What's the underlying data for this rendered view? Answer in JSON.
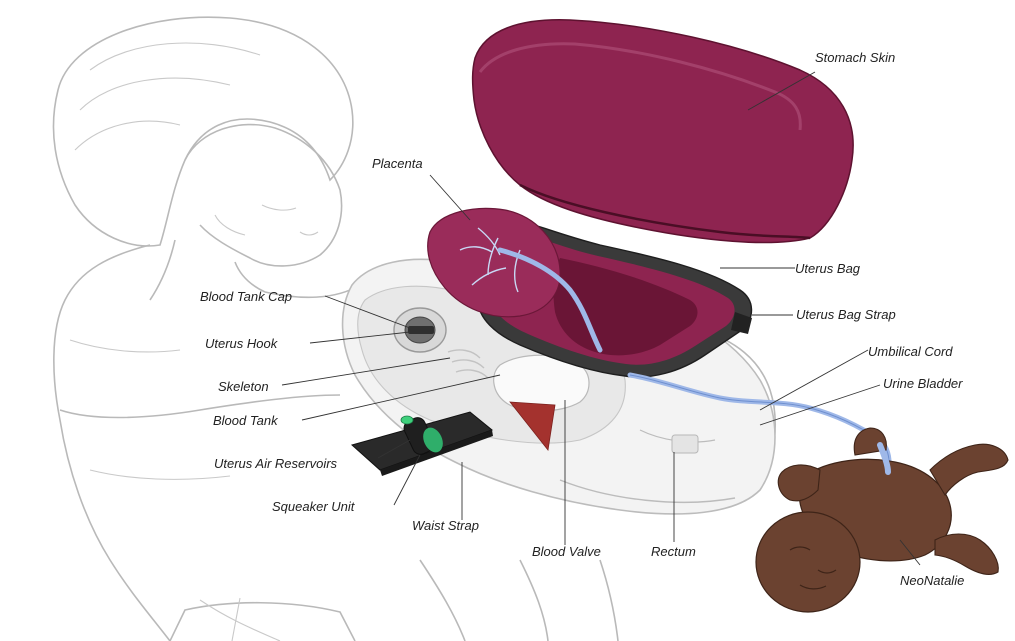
{
  "colors": {
    "maroon": "#8e2450",
    "maroon_dark": "#6a1536",
    "maroon_light": "#b0547c",
    "vessel_blue": "#9fb8e8",
    "baby_brown": "#6b4230",
    "body_white": "#f3f3f3",
    "outline_gray": "#bcbcbc",
    "strap_black": "#2a2a2a",
    "squeaker_green": "#2fae6a"
  },
  "labels": {
    "stomach_skin": "Stomach Skin",
    "placenta": "Placenta",
    "uterus_bag": "Uterus Bag",
    "uterus_bag_strap": "Uterus Bag Strap",
    "umbilical_cord": "Umbilical Cord",
    "urine_bladder": "Urine Bladder",
    "blood_tank_cap": "Blood Tank Cap",
    "uterus_hook": "Uterus Hook",
    "skeleton": "Skeleton",
    "blood_tank": "Blood Tank",
    "uterus_air_reservoirs": "Uterus Air Reservoirs",
    "squeaker_unit": "Squeaker Unit",
    "waist_strap": "Waist Strap",
    "blood_valve": "Blood Valve",
    "rectum": "Rectum",
    "neonatalie": "NeoNatalie"
  },
  "icons": {
    "stomach_skin": "stomach-skin-icon",
    "placenta": "placenta-icon",
    "uterus_bag": "uterus-bag-icon",
    "baby": "newborn-baby-icon",
    "squeaker": "squeaker-unit-icon",
    "waist_strap": "waist-strap-icon"
  }
}
